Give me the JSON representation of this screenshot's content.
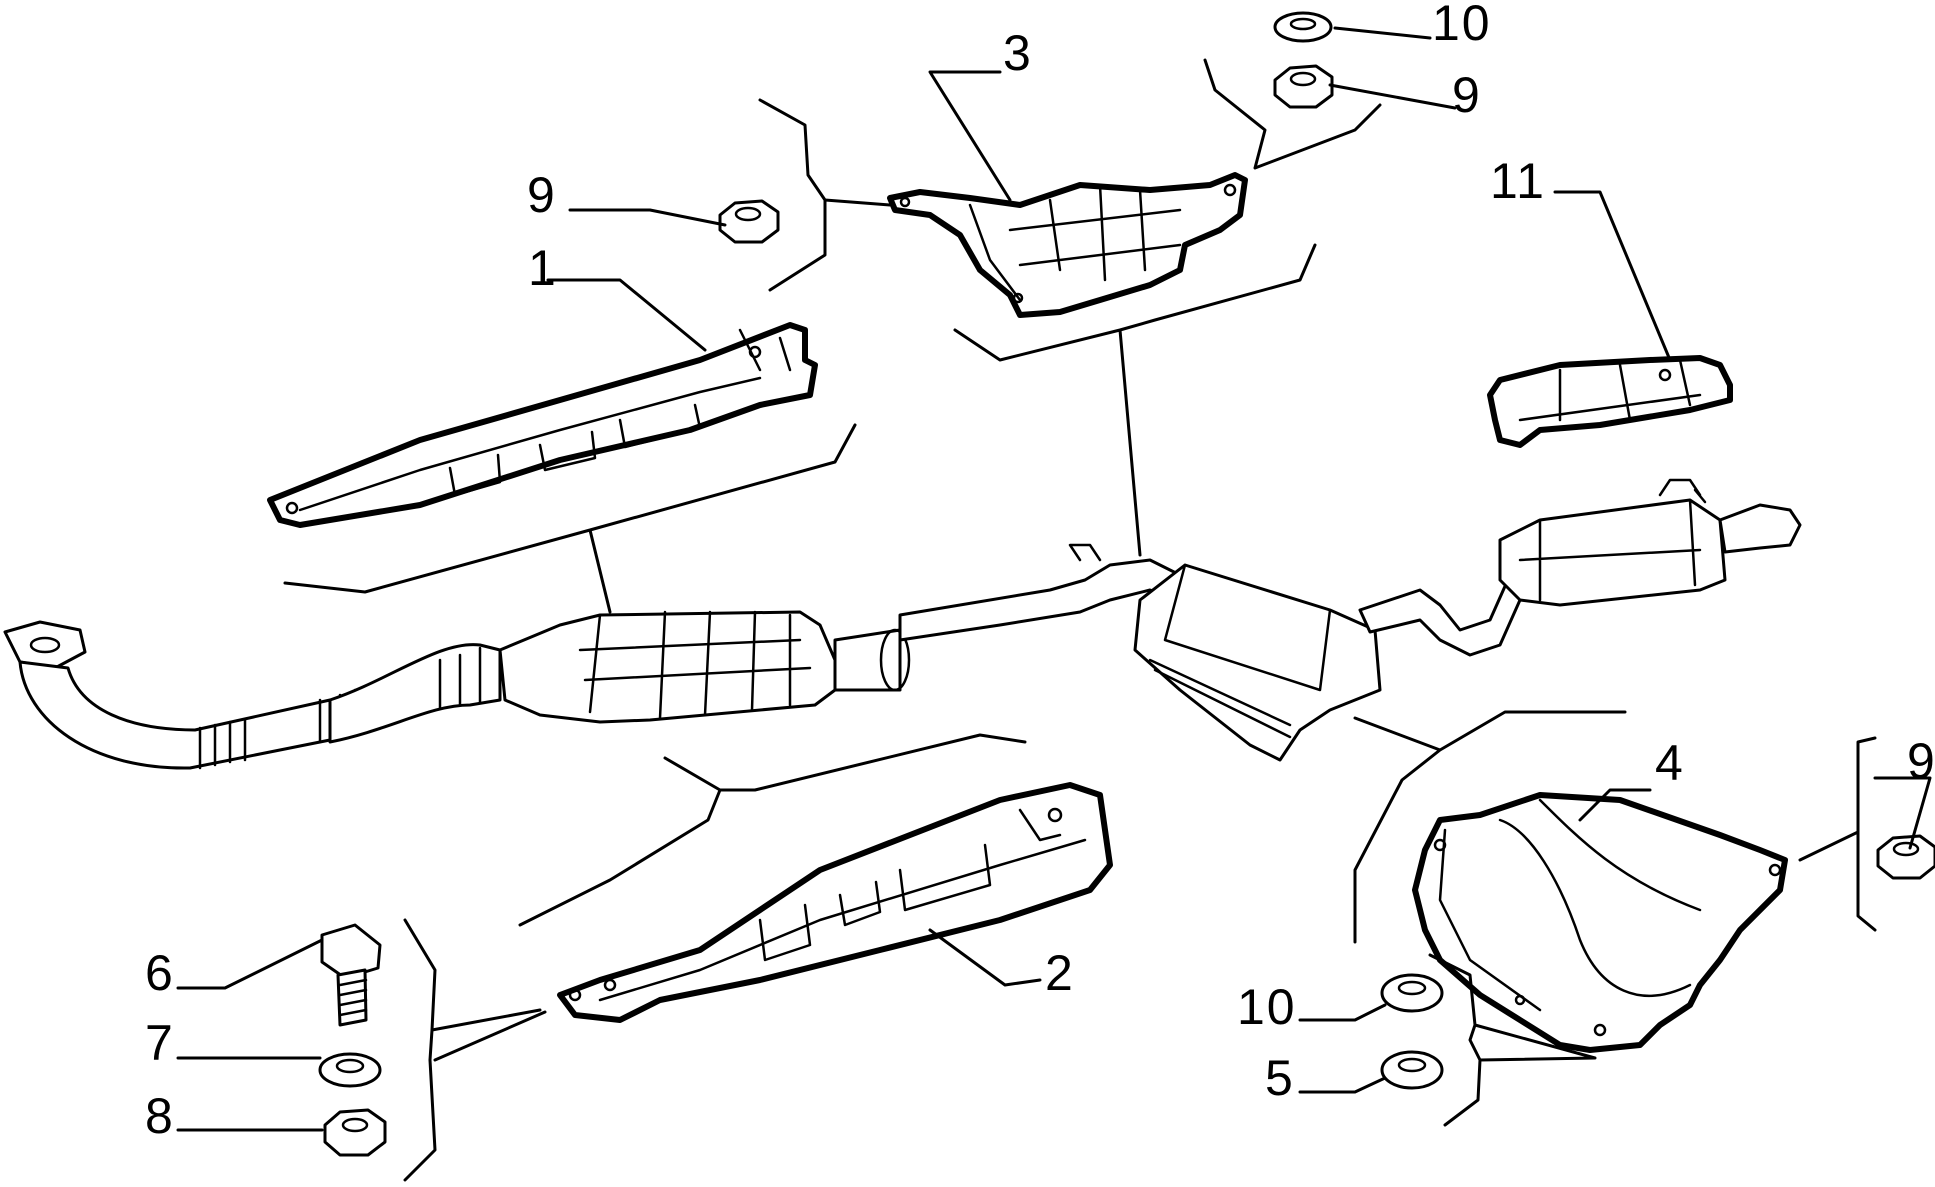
{
  "diagram": {
    "callouts": [
      {
        "id": "c1",
        "label": "1"
      },
      {
        "id": "c2",
        "label": "2"
      },
      {
        "id": "c3",
        "label": "3"
      },
      {
        "id": "c4",
        "label": "4"
      },
      {
        "id": "c5",
        "label": "5"
      },
      {
        "id": "c6",
        "label": "6"
      },
      {
        "id": "c7",
        "label": "7"
      },
      {
        "id": "c8",
        "label": "8"
      },
      {
        "id": "c9a",
        "label": "9"
      },
      {
        "id": "c9b",
        "label": "9"
      },
      {
        "id": "c9c",
        "label": "9"
      },
      {
        "id": "c10a",
        "label": "10"
      },
      {
        "id": "c10b",
        "label": "10"
      },
      {
        "id": "c11",
        "label": "11"
      }
    ],
    "colors": {
      "ink": "#000000",
      "paper": "#ffffff"
    }
  }
}
